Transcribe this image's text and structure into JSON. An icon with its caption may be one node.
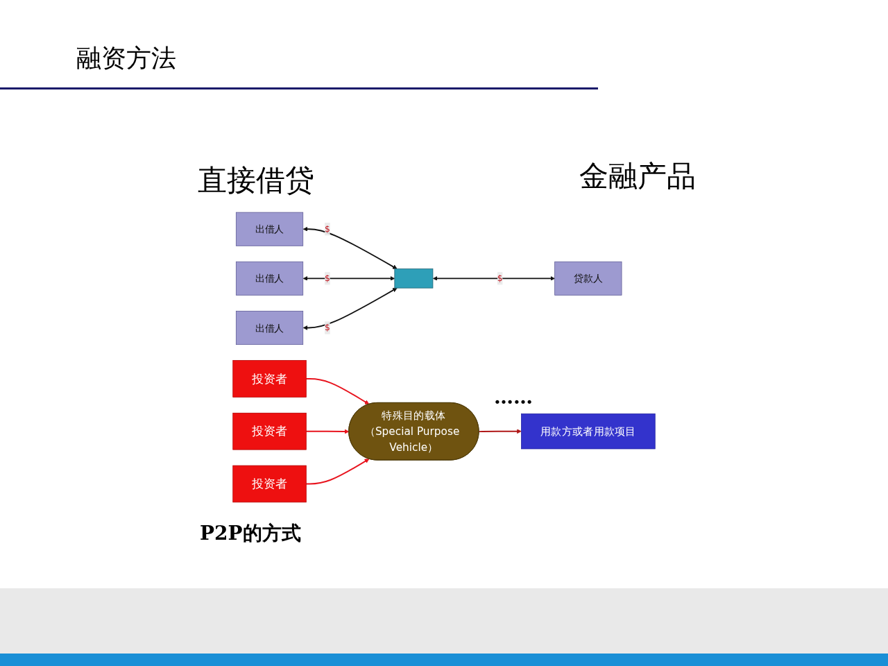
{
  "diagram": {
    "title": "融资方法",
    "nodes": [
      {
        "text": [
          "出借人"
        ]
      },
      {
        "text": [
          "出借人"
        ]
      },
      {
        "text": [
          "出借人"
        ]
      },
      {
        "text": [],
        "shape": "box"
      },
      {
        "text": [
          "贷款人"
        ]
      },
      {
        "text": [
          "投资者"
        ]
      },
      {
        "text": [
          "投资者"
        ]
      },
      {
        "text": [
          "投资者"
        ]
      },
      {
        "text": [
          "特殊目的载体",
          "（Special Purpose Vehicle）"
        ]
      },
      {
        "text": [
          "用款方或者用款项目"
        ]
      }
    ],
    "edges": [
      {
        "from": 0,
        "to": 3,
        "arrow": "both",
        "label": "$"
      },
      {
        "from": 1,
        "to": 3,
        "arrow": "both",
        "label": "$"
      },
      {
        "from": 2,
        "to": 3,
        "arrow": "both",
        "label": "$"
      },
      {
        "from": 3,
        "to": 4,
        "arrow": "both",
        "label": "$"
      },
      {
        "from": 5,
        "to": 8,
        "arrow": "to",
        "color": "#e8141e"
      },
      {
        "from": 6,
        "to": 8,
        "arrow": "to",
        "color": "#e8141e"
      },
      {
        "from": 7,
        "to": 8,
        "arrow": "to",
        "color": "#e8141e"
      },
      {
        "from": 8,
        "to": 9,
        "arrow": "to",
        "color": "#b01818"
      }
    ],
    "labels": [
      "直接借贷",
      "P2P的方式",
      "金融产品",
      "……"
    ]
  }
}
